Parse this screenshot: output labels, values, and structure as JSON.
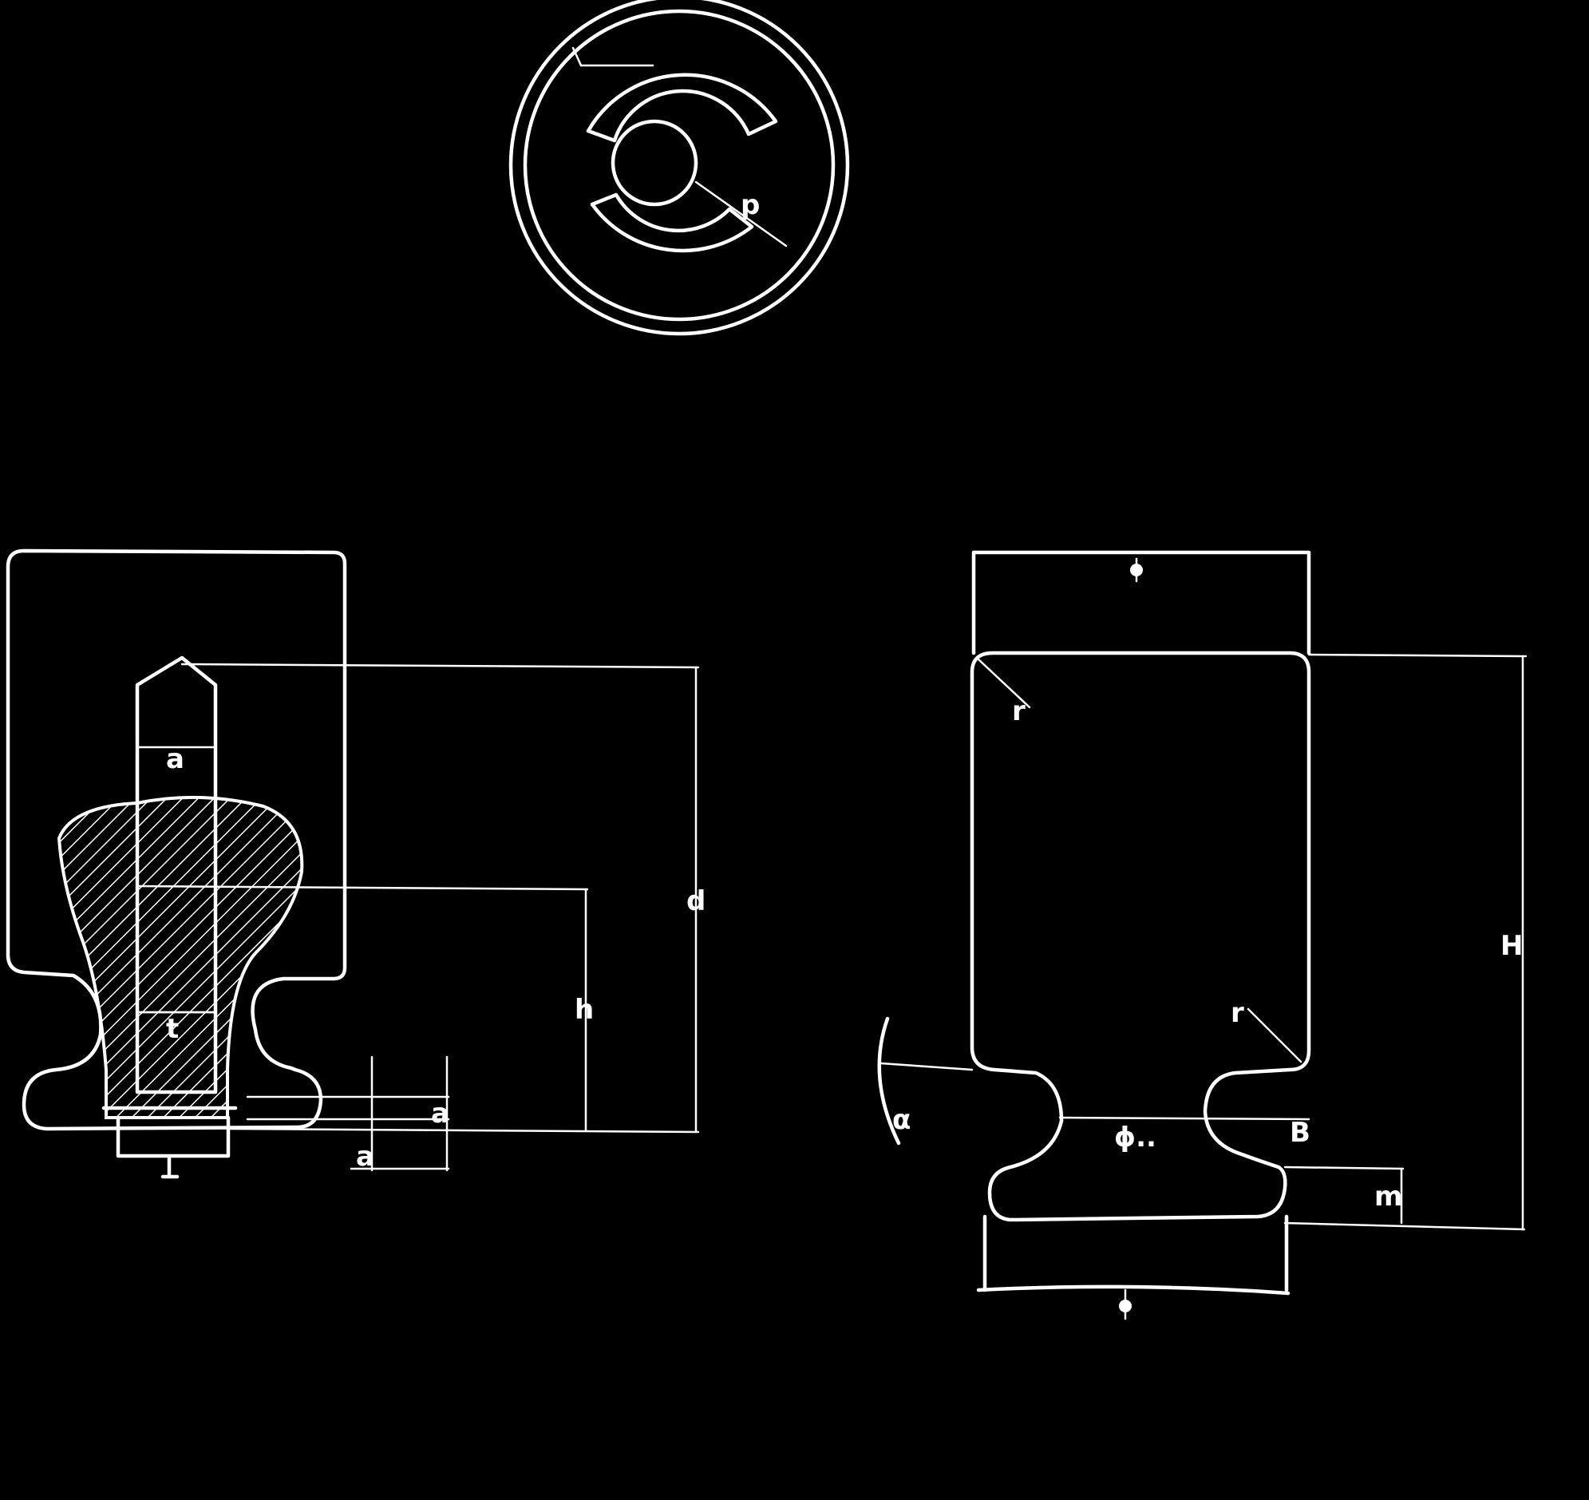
{
  "colors": {
    "background": "#000000",
    "ink": "#ffffff"
  },
  "labels": {
    "top_view_radius": "p",
    "pin_width": "a",
    "pin_length": "d",
    "insertion_depth": "h",
    "thread_diameter": "t",
    "base_thickness_1": "a",
    "base_thickness_2": "a",
    "corner_radius_top": "r",
    "corner_radius_bottom": "r",
    "overall_height": "H",
    "neck_diameter": "ϕ..",
    "neck_width": "B",
    "base_height": "m",
    "angle_label": "α"
  }
}
